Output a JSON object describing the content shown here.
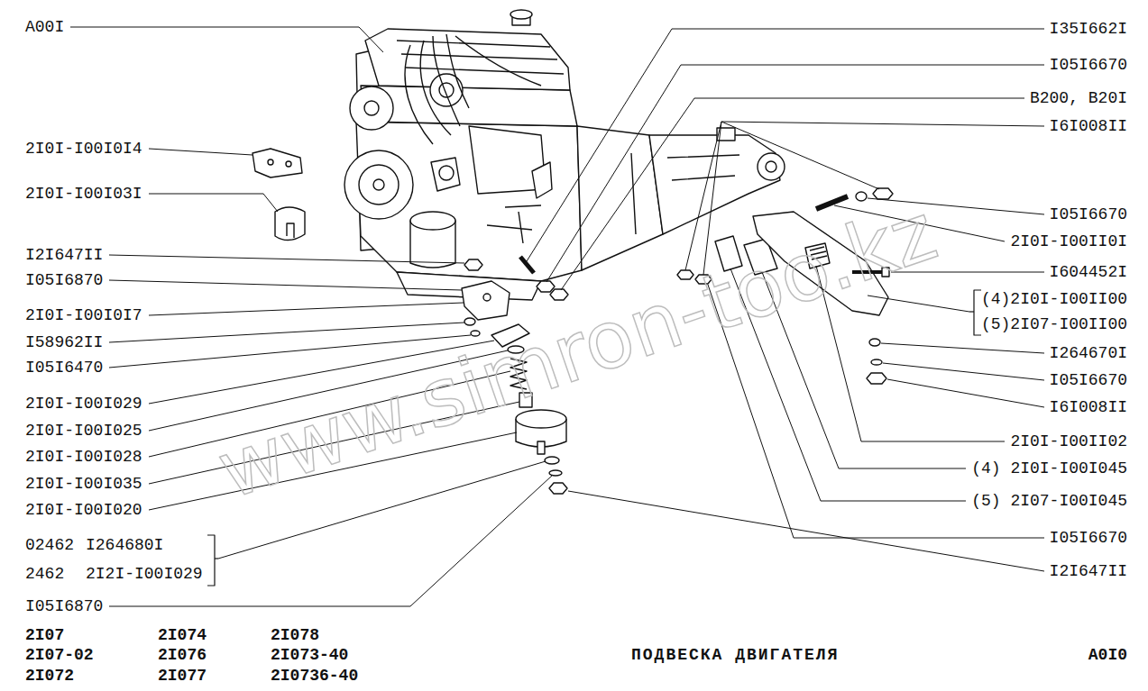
{
  "diagram": {
    "title": "ПОДВЕСКА ДВИГАТЕЛЯ",
    "labels": [
      "A00I",
      "I35I662I",
      "I05I6670",
      "B200, B20I",
      "I6I008II",
      "2I0I-I00I0I4",
      "2I0I-I00I03I",
      "I05I6670",
      "2I0I-I00II0I",
      "I2I647II",
      "I604452I",
      "I05I6870",
      "(4)2I0I-I00II00",
      "2I0I-I00I0I7",
      "(5)2I07-I00II00",
      "I58962II",
      "I264670I",
      "I05I6470",
      "I05I6670",
      "2I0I-I00I029",
      "I6I008II",
      "2I0I-I00I025",
      "2I0I-I00II02",
      "2I0I-I00I028",
      "(4) 2I0I-I00I045",
      "2I0I-I00I035",
      "(5) 2I07-I00I045",
      "2I0I-I00I020",
      "I05I6670",
      "02462",
      "I264680I",
      "I2I647II",
      "2462",
      "2I2I-I00I029",
      "I05I6870",
      "2I07",
      "2I07-02",
      "2I072",
      "2I074",
      "2I076",
      "2I077",
      "2I078",
      "2I073-40",
      "2I0736-40",
      "A0I0",
      "www.simron-too.kz"
    ]
  }
}
